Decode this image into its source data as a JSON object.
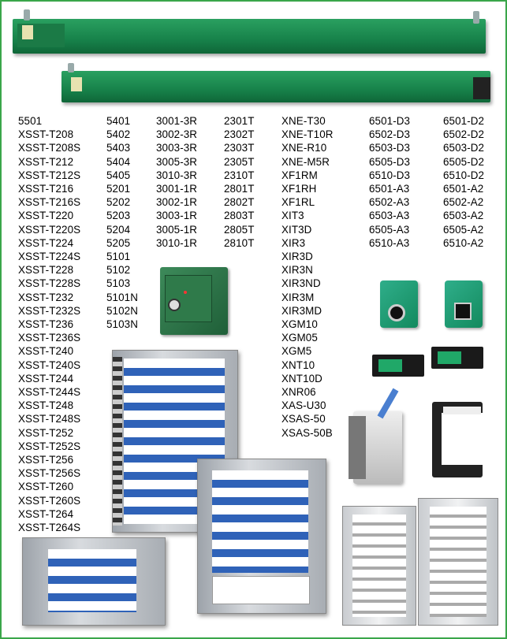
{
  "columns": [
    [
      "5501",
      "XSST-T208",
      "XSST-T208S",
      "XSST-T212",
      "XSST-T212S",
      "XSST-T216",
      "XSST-T216S",
      "XSST-T220",
      "XSST-T220S",
      "XSST-T224",
      "XSST-T224S",
      "XSST-T228",
      "XSST-T228S",
      "XSST-T232",
      "XSST-T232S",
      "XSST-T236",
      "XSST-T236S",
      "XSST-T240",
      "XSST-T240S",
      "XSST-T244",
      "XSST-T244S",
      "XSST-T248",
      "XSST-T248S",
      "XSST-T252",
      "XSST-T252S",
      "XSST-T256",
      "XSST-T256S",
      "XSST-T260",
      "XSST-T260S",
      "XSST-T264",
      "XSST-T264S"
    ],
    [
      "5401",
      "5402",
      "5403",
      "5404",
      "5405",
      "5201",
      "5202",
      "5203",
      "5204",
      "5205",
      "5101",
      "5102",
      "5103",
      "5101N",
      "5102N",
      "5103N"
    ],
    [
      "3001-3R",
      "3002-3R",
      "3003-3R",
      "3005-3R",
      "3010-3R",
      "3001-1R",
      "3002-1R",
      "3003-1R",
      "3005-1R",
      "3010-1R"
    ],
    [
      "2301T",
      "2302T",
      "2303T",
      "2305T",
      "2310T",
      "2801T",
      "2802T",
      "2803T",
      "2805T",
      "2810T"
    ],
    [
      "XNE-T30",
      "XNE-T10R",
      "XNE-R10",
      "XNE-M5R",
      "XF1RM",
      "XF1RH",
      "XF1RL",
      "XIT3",
      "XIT3D",
      "XIR3",
      "XIR3D",
      "XIR3N",
      "XIR3ND",
      "XIR3M",
      "XIR3MD",
      "XGM10",
      "XGM05",
      "XGM5",
      "XNT10",
      "XNT10D",
      "XNR06",
      "XAS-U30",
      "XSAS-50",
      "XSAS-50B"
    ],
    [
      "6501-D3",
      "6502-D3",
      "6503-D3",
      "6505-D3",
      "6510-D3",
      "6501-A3",
      "6502-A3",
      "6503-A3",
      "6505-A3",
      "6510-A3"
    ],
    [
      "6501-D2",
      "6502-D2",
      "6503-D2",
      "6505-D2",
      "6510-D2",
      "6501-A2",
      "6502-A2",
      "6503-A2",
      "6505-A2",
      "6510-A2"
    ]
  ],
  "colors": {
    "border": "#3aa64a",
    "rail": "#1f8a52",
    "panel": "#b8bcc2",
    "blue": "#2f62b8"
  }
}
